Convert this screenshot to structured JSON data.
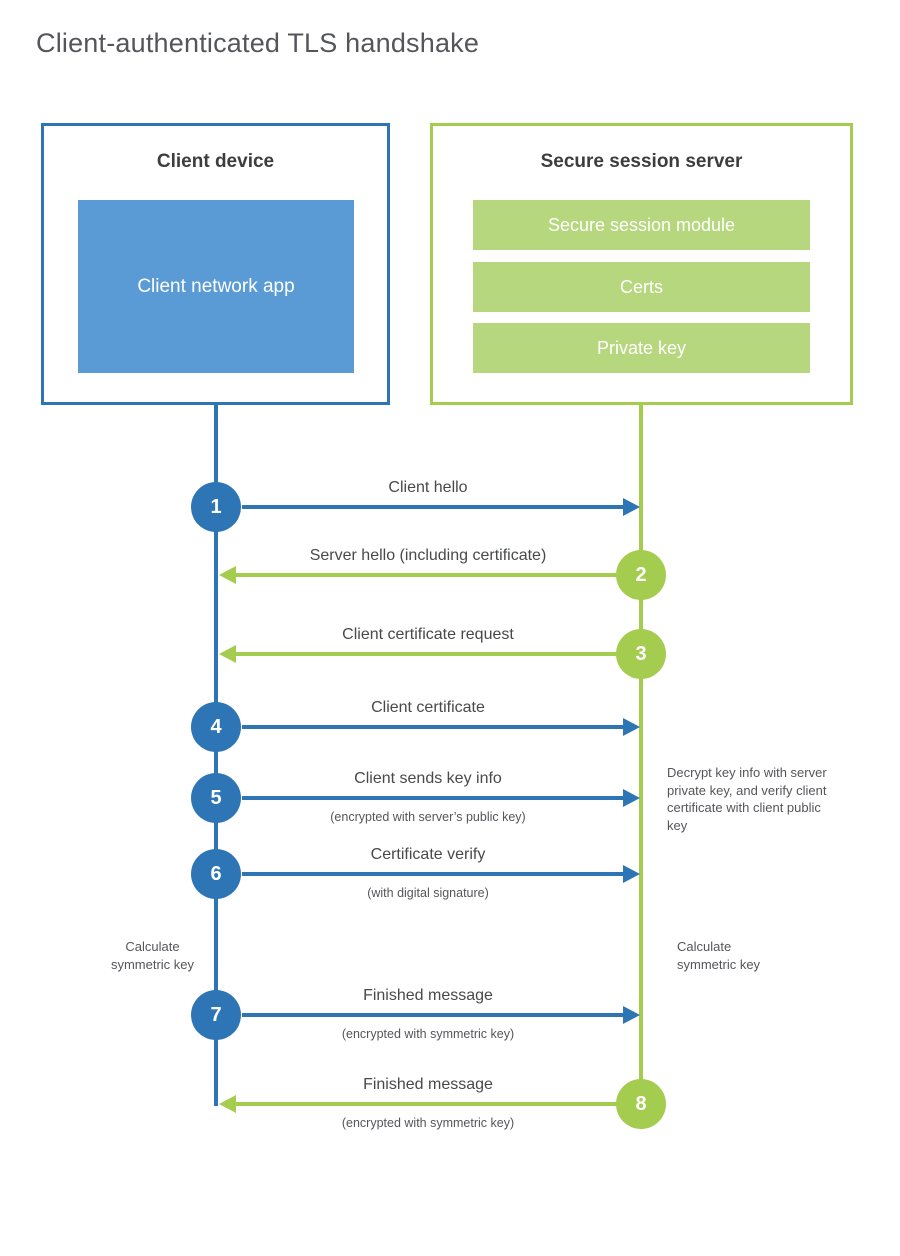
{
  "title": "Client-authenticated TLS handshake",
  "colors": {
    "blue": "#2e75b6",
    "blue_light": "#5b9bd5",
    "green": "#a4cc4e",
    "green_light": "#b6d77e"
  },
  "client": {
    "title": "Client device",
    "app_label": "Client network app"
  },
  "server": {
    "title": "Secure session server",
    "modules": [
      "Secure session module",
      "Certs",
      "Private key"
    ]
  },
  "steps": [
    {
      "number": "1",
      "label": "Client hello",
      "direction": "client-to-server"
    },
    {
      "number": "2",
      "label": "Server hello (including certificate)",
      "direction": "server-to-client"
    },
    {
      "number": "3",
      "label": "Client certificate request",
      "direction": "server-to-client"
    },
    {
      "number": "4",
      "label": "Client certificate",
      "direction": "client-to-server"
    },
    {
      "number": "5",
      "label": "Client sends key info",
      "sublabel": "(encrypted with server’s public key)",
      "direction": "client-to-server"
    },
    {
      "number": "6",
      "label": "Certificate verify",
      "sublabel": "(with digital signature)",
      "direction": "client-to-server"
    },
    {
      "number": "7",
      "label": "Finished message",
      "sublabel": "(encrypted with symmetric key)",
      "direction": "client-to-server"
    },
    {
      "number": "8",
      "label": "Finished message",
      "sublabel": "(encrypted with symmetric key)",
      "direction": "server-to-client"
    }
  ],
  "notes": {
    "decrypt": "Decrypt key info with server private key, and verify client certificate with client public key",
    "calc_client": "Calculate symmetric key",
    "calc_server": "Calculate symmetric key"
  }
}
